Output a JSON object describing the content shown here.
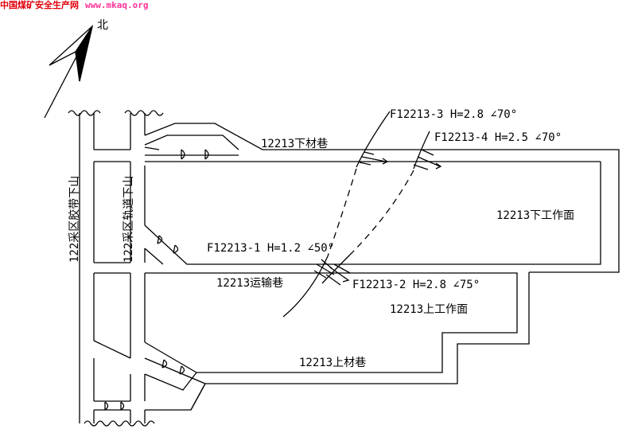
{
  "watermark": {
    "site_name": "中国煤矿安全生产网",
    "site_url": "www.mkaq.org"
  },
  "north_label": "北",
  "roadways": {
    "lower_material": "12213下材巷",
    "transport": "12213运输巷",
    "upper_material": "12213上材巷",
    "lower_face": "12213下工作面",
    "upper_face": "12213上工作面",
    "belt_downhill": "122采区胶带下山",
    "track_downhill": "122采区轨道下山"
  },
  "faults": {
    "f1": "F12213-1 H=1.2 ∠50°",
    "f2": "F12213-2 H=2.8 ∠75°",
    "f3": "F12213-3 H=2.8 ∠70°",
    "f4": "F12213-4 H=2.5 ∠70°"
  },
  "colors": {
    "line": "#000000",
    "watermark_cn": "#e0000b",
    "watermark_url": "#ff3399"
  }
}
